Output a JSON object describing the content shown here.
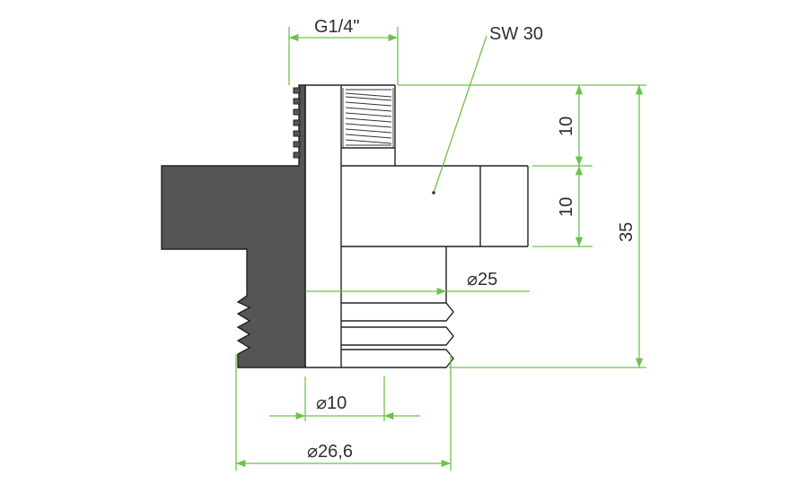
{
  "colors": {
    "dimension": "#6cc24a",
    "section_fill": "#555555",
    "outline": "#222222",
    "text": "#2f2f2f"
  },
  "labels": {
    "thread_size": "G1/4\"",
    "wrench_size": "SW 30",
    "height_top": "10",
    "height_hex": "10",
    "total_height": "35",
    "diameter_25": "⌀25",
    "diameter_10": "⌀10",
    "diameter_26_6": "⌀26,6"
  }
}
